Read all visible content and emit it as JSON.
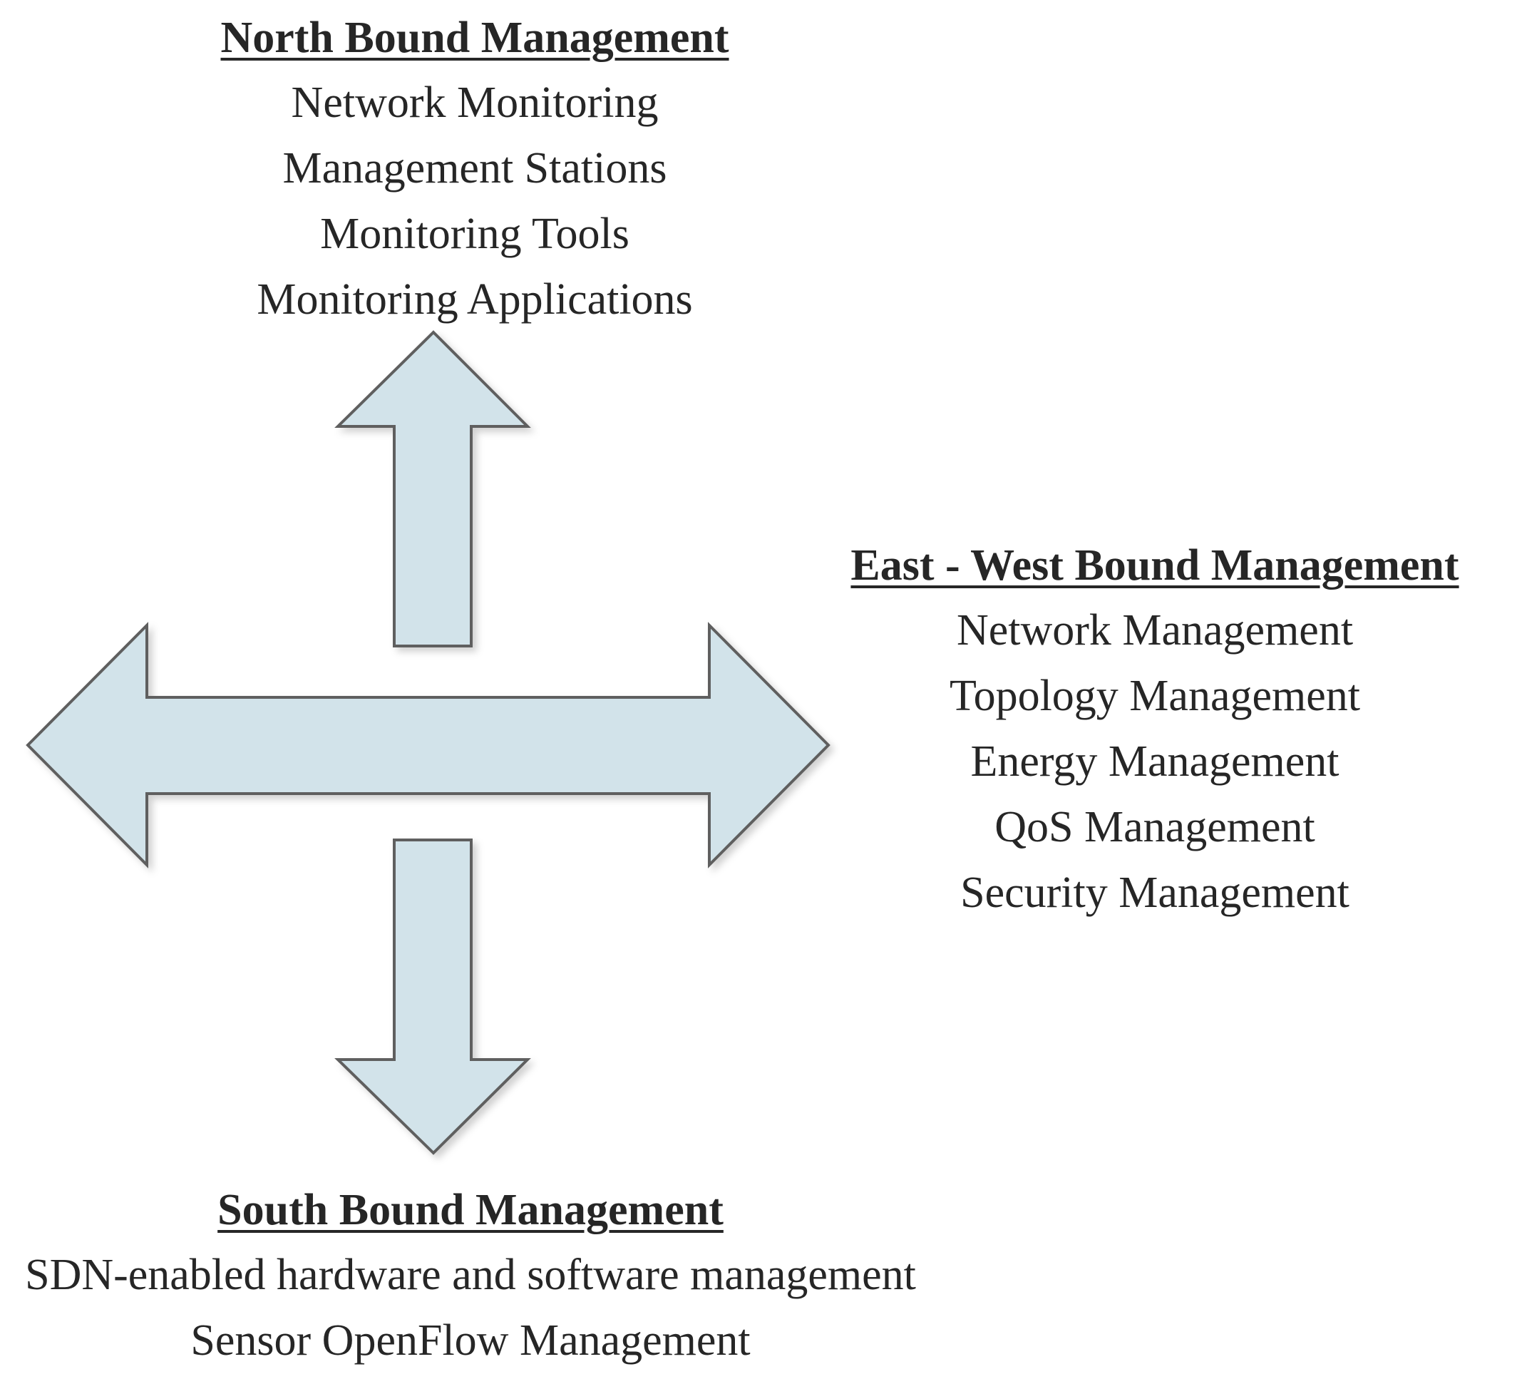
{
  "north": {
    "heading": "North Bound Management",
    "items": [
      "Network Monitoring",
      "Management Stations",
      "Monitoring Tools",
      "Monitoring Applications"
    ]
  },
  "east_west": {
    "heading": "East - West Bound Management",
    "items": [
      "Network Management",
      "Topology Management",
      "Energy Management",
      "QoS Management",
      "Security Management"
    ]
  },
  "south": {
    "heading": "South Bound Management",
    "items": [
      "SDN-enabled hardware and software management",
      "Sensor OpenFlow Management"
    ]
  },
  "colors": {
    "arrow_fill": "#d2e3ea",
    "arrow_stroke": "#5f5f5f",
    "text": "#262626"
  }
}
